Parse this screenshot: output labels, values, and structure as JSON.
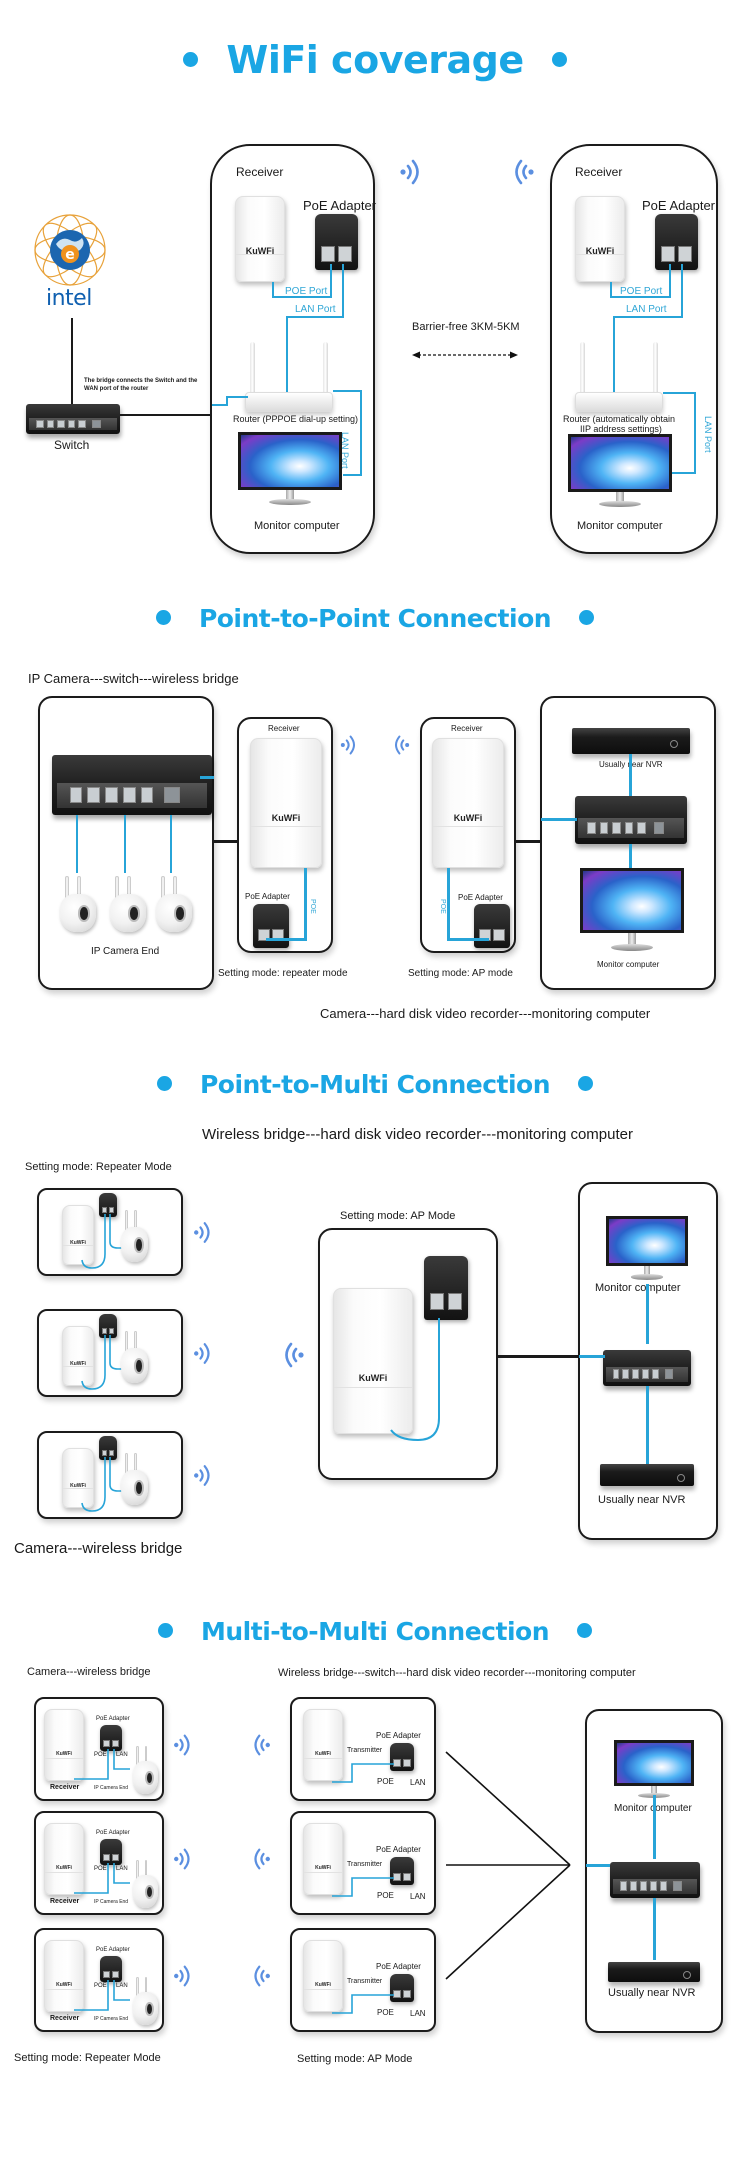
{
  "sections": {
    "wifi_coverage": {
      "title": "WiFi coverage",
      "left_panel": {
        "receiver_label": "Receiver",
        "poe_adapter_label": "PoE Adapter",
        "brand": "KuWFi",
        "poe_port_label": "POE Port",
        "lan_port_label": "LAN Port",
        "router_label": "Router (PPPOE dial-up setting)",
        "lan_port_vertical": "LAN Port",
        "monitor_label": "Monitor computer"
      },
      "right_panel": {
        "receiver_label": "Receiver",
        "poe_adapter_label": "PoE Adapter",
        "brand": "KuWFi",
        "poe_port_label": "POE Port",
        "lan_port_label": "LAN Port",
        "router_label_line1": "Router (automatically obtain",
        "router_label_line2": "IIP address settings)",
        "lan_port_vertical": "LAN Port",
        "monitor_label": "Monitor computer"
      },
      "internet_logo_text": "intel",
      "bridge_note_line1": "The bridge connects the Switch and the",
      "bridge_note_line2": "WAN port of the router",
      "switch_label": "Switch",
      "distance_label": "Barrier-free 3KM-5KM"
    },
    "point_to_point": {
      "title": "Point-to-Point Connection",
      "subtitle": "IP Camera---switch---wireless bridge",
      "camera_end_label": "IP Camera End",
      "left_receiver": {
        "label": "Receiver",
        "brand": "KuWFi",
        "poe_adapter_label": "PoE Adapter",
        "poe_wire_label": "POE",
        "mode": "Setting mode: repeater mode"
      },
      "right_receiver": {
        "label": "Receiver",
        "brand": "KuWFi",
        "poe_adapter_label": "PoE Adapter",
        "poe_wire_label": "POE",
        "mode": "Setting mode: AP mode"
      },
      "nvr_label": "Usually near NVR",
      "monitor_label": "Monitor computer",
      "bottom_caption": "Camera---hard disk video recorder---monitoring computer"
    },
    "point_to_multi": {
      "title": "Point-to-Multi Connection",
      "subtitle": "Wireless bridge---hard disk video recorder---monitoring computer",
      "left_mode": "Setting mode: Repeater Mode",
      "ap_mode": "Setting mode: AP Mode",
      "brand": "KuWFi",
      "monitor_label": "Monitor computer",
      "nvr_label": "Usually near NVR",
      "bottom_caption": "Camera---wireless bridge",
      "repeater_count": 3
    },
    "multi_to_multi": {
      "title": "Multi-to-Multi Connection",
      "left_subtitle": "Camera---wireless bridge",
      "right_subtitle": "Wireless bridge---switch---hard disk video recorder---monitoring computer",
      "receiver_units": [
        {
          "poe_adapter": "PoE Adapter",
          "poe": "POE",
          "lan": "LAN",
          "receiver": "Receiver",
          "camera_end": "IP Camera End",
          "brand": "KuWFi"
        },
        {
          "poe_adapter": "PoE Adapter",
          "poe": "POE",
          "lan": "LAN",
          "receiver": "Receiver",
          "camera_end": "IP Camera End",
          "brand": "KuWFi"
        },
        {
          "poe_adapter": "PoE Adapter",
          "poe": "POE",
          "lan": "LAN",
          "receiver": "Receiver",
          "camera_end": "IP Camera End",
          "brand": "KuWFi"
        }
      ],
      "transmitter_units": [
        {
          "poe_adapter": "PoE Adapter",
          "transmitter": "Transmitter",
          "poe": "POE",
          "lan": "LAN",
          "brand": "KuWFi"
        },
        {
          "poe_adapter": "PoE Adapter",
          "transmitter": "Transmitter",
          "poe": "POE",
          "lan": "LAN",
          "brand": "KuWFi"
        },
        {
          "poe_adapter": "PoE Adapter",
          "transmitter": "Transmitter",
          "poe": "POE",
          "lan": "LAN",
          "brand": "KuWFi"
        }
      ],
      "monitor_label": "Monitor computer",
      "nvr_label": "Usually near NVR",
      "left_mode": "Setting mode: Repeater Mode",
      "right_mode": "Setting mode: AP Mode"
    }
  },
  "colors": {
    "heading_blue": "#1aa6e4",
    "cable_blue": "#27a4d8",
    "wifi_icon_blue": "#5b8fe0",
    "panel_border": "#1b1b1b"
  }
}
